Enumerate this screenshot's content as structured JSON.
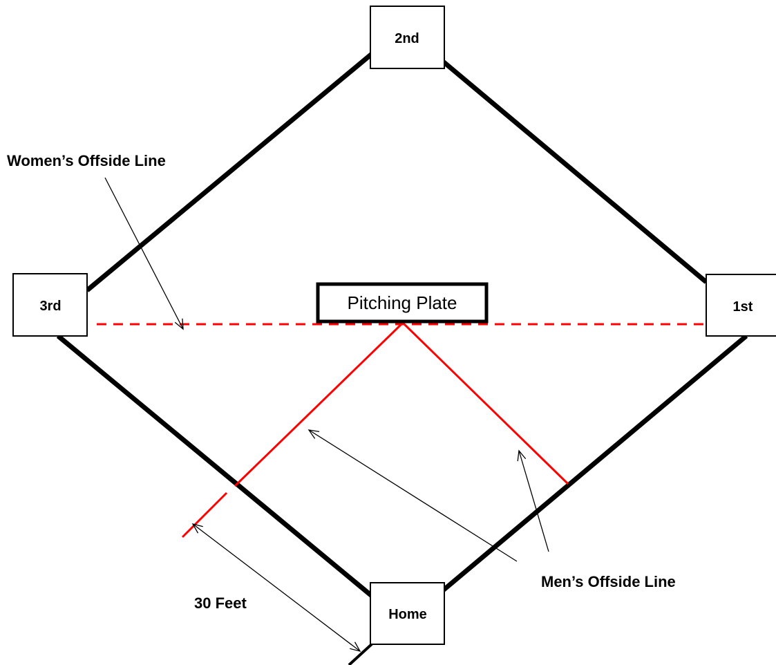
{
  "bases": {
    "second": "2nd",
    "third": "3rd",
    "first": "1st",
    "home": "Home"
  },
  "pitching_plate": "Pitching Plate",
  "annotations": {
    "womens_offside": "Women’s Offside Line",
    "mens_offside": "Men’s Offside Line",
    "distance": "30 Feet"
  },
  "colors": {
    "baselines": "#000000",
    "offside_lines": "#ff0000"
  }
}
